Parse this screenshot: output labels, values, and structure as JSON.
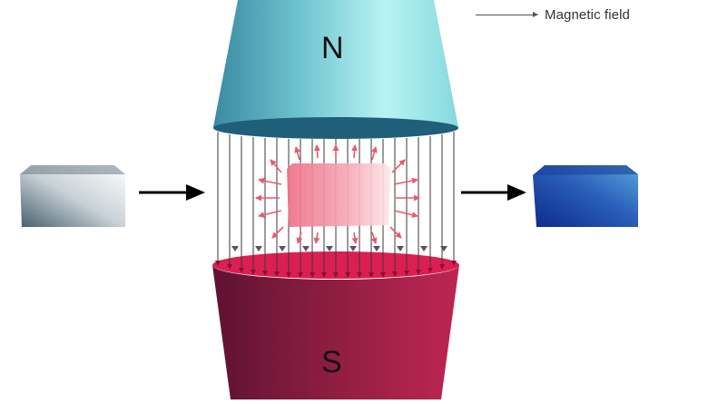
{
  "legend": {
    "label": "Magnetic field",
    "line_color": "#555555"
  },
  "poles": {
    "north": {
      "label": "N",
      "color_light": "#a8eef0",
      "color_dark": "#3a8aa3",
      "rim_color": "#1f5f79"
    },
    "south": {
      "label": "S",
      "color_light": "#e0245a",
      "color_dark": "#6e1537",
      "rim_color": "#dc1f52"
    }
  },
  "objects": {
    "before": {
      "name": "unmagnetized block",
      "color": "#9aa6ae"
    },
    "inside": {
      "name": "block in field",
      "color": "#f27c93",
      "induced_arrow_color": "#e85a70"
    },
    "after": {
      "name": "magnetized block",
      "color": "#1d47a0"
    }
  },
  "arrows": {
    "in": {
      "direction": "right",
      "color": "#000000"
    },
    "out": {
      "direction": "right",
      "color": "#000000"
    }
  },
  "field_lines": {
    "count": 21,
    "color": "#333333",
    "direction": "down"
  }
}
